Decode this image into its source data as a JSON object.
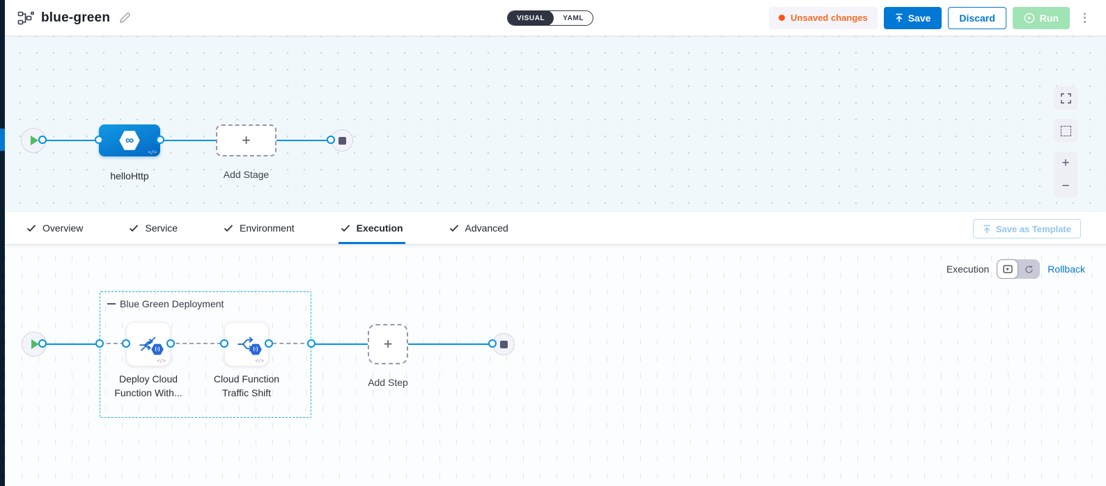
{
  "header": {
    "title": "blue-green",
    "view_toggle": {
      "visual": "VISUAL",
      "yaml": "YAML",
      "selected": "VISUAL"
    },
    "unsaved_badge": "Unsaved changes",
    "save_label": "Save",
    "discard_label": "Discard",
    "run_label": "Run"
  },
  "stage_canvas": {
    "stage_name": "helloHttp",
    "stage_icon_glyph": "∞",
    "stage_code_glyph": "</>",
    "add_stage_label": "Add Stage"
  },
  "tabs": {
    "items": [
      {
        "label": "Overview"
      },
      {
        "label": "Service"
      },
      {
        "label": "Environment"
      },
      {
        "label": "Execution"
      },
      {
        "label": "Advanced"
      }
    ],
    "active": "Execution",
    "save_as_template_label": "Save as Template"
  },
  "execution": {
    "mode_label": "Execution",
    "rollback_label": "Rollback",
    "group_label": "Blue Green Deployment",
    "steps": [
      {
        "label": "Deploy Cloud Function With...",
        "badge": "(-)",
        "code_glyph": "</>"
      },
      {
        "label": "Cloud Function Traffic Shift",
        "badge": "(-)",
        "code_glyph": "</>"
      }
    ],
    "add_step_label": "Add Step"
  },
  "icons": {
    "plus": "+",
    "minus": "−",
    "kebab": "⋮",
    "add": "+"
  },
  "colors": {
    "accent": "#0278d5",
    "connector": "#0092e4",
    "group_border": "#16b5f0",
    "unsaved_orange": "#fa6b25",
    "run_green": "#a0e3b5",
    "rail_dark": "#0b1c2e"
  }
}
